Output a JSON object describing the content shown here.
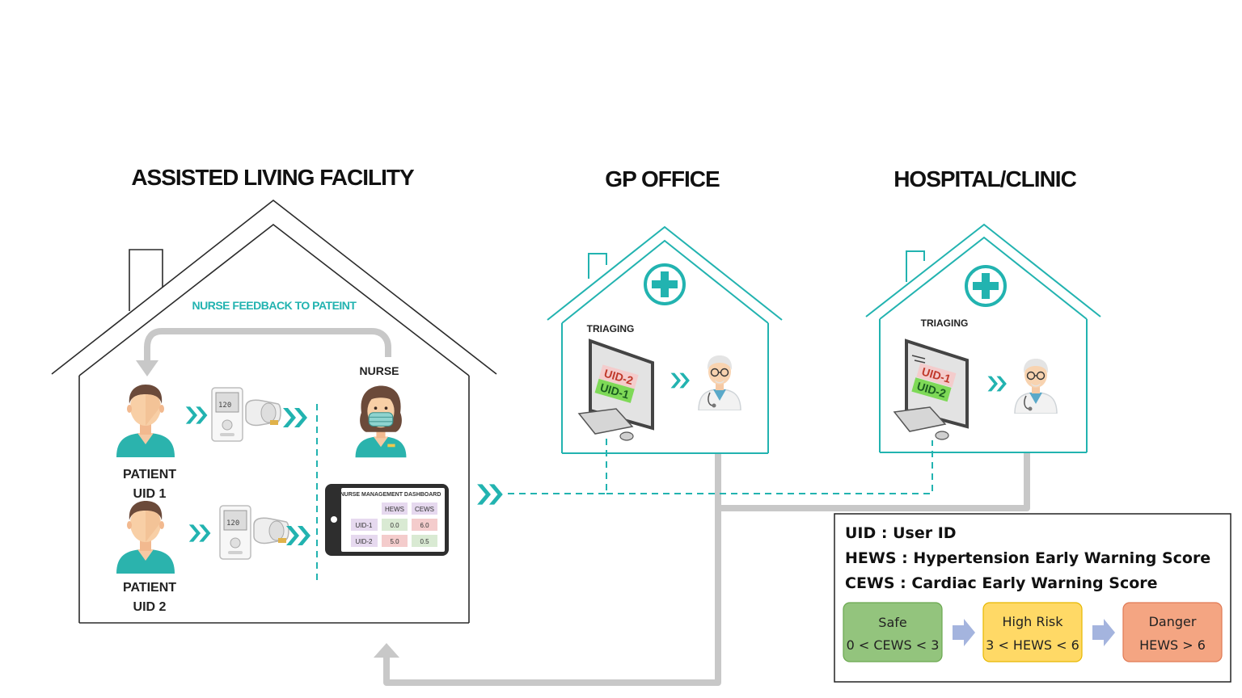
{
  "facilities": {
    "assisted_living": "ASSISTED LIVING FACILITY",
    "gp_office": "GP OFFICE",
    "hospital": "HOSPITAL/CLINIC"
  },
  "feedback_label": "NURSE FEEDBACK TO PATEINT",
  "nurse_label": "NURSE",
  "patients": [
    {
      "line1": "PATIENT",
      "line2": "UID 1"
    },
    {
      "line1": "PATIENT",
      "line2": "UID 2"
    }
  ],
  "dashboard": {
    "title": "NURSE MANAGEMENT DASHBOARD",
    "headers": [
      "HEWS",
      "CEWS"
    ],
    "rows": [
      {
        "uid": "UID-1",
        "hews": "0.0",
        "cews": "6.0"
      },
      {
        "uid": "UID-2",
        "hews": "5.0",
        "cews": "0.5"
      }
    ]
  },
  "gp": {
    "triaging": "TRIAGING",
    "queue": [
      "UID-2",
      "UID-1"
    ]
  },
  "hospital": {
    "triaging": "TRIAGING",
    "queue": [
      "UID-1",
      "UID-2"
    ]
  },
  "legend": {
    "lines": [
      "UID : User ID",
      "HEWS : Hypertension Early Warning Score",
      "CEWS : Cardiac Early Warning Score"
    ],
    "levels": [
      {
        "name": "Safe",
        "range": "0 < CEWS < 3",
        "color": "#93c47d"
      },
      {
        "name": "High Risk",
        "range": "3 < HEWS < 6",
        "color": "#ffd966"
      },
      {
        "name": "Danger",
        "range": "HEWS > 6",
        "color": "#f4a582"
      }
    ]
  },
  "colors": {
    "teal": "#22b3b0",
    "gray_line": "#c8c8c8",
    "red_cell": "#f4cccc",
    "green_cell": "#d9ead3",
    "purple_cell": "#e6d9ef",
    "arrow": "#a4b4de"
  },
  "icons": [
    "patient-avatar-icon",
    "blood-pressure-monitor-icon",
    "double-chevron-icon",
    "nurse-avatar-icon",
    "tablet-icon",
    "computer-icon",
    "doctor-avatar-icon",
    "medical-cross-icon"
  ]
}
